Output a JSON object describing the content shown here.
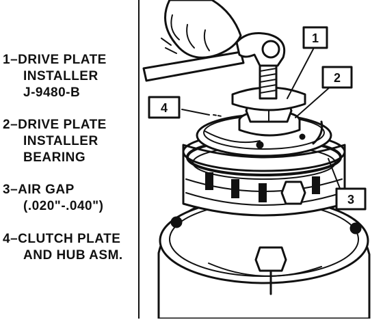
{
  "legend": {
    "items": [
      {
        "lines": [
          "1–DRIVE PLATE",
          "INSTALLER",
          "J-9480-B"
        ]
      },
      {
        "lines": [
          "2–DRIVE PLATE",
          "INSTALLER",
          "BEARING"
        ]
      },
      {
        "lines": [
          "3–AIR GAP",
          "(.020\"-.040\")"
        ]
      },
      {
        "lines": [
          "4–CLUTCH PLATE",
          "AND HUB ASM."
        ]
      }
    ]
  },
  "callouts": [
    "1",
    "2",
    "3",
    "4"
  ],
  "colors": {
    "ink": "#111111",
    "paper": "#ffffff"
  }
}
